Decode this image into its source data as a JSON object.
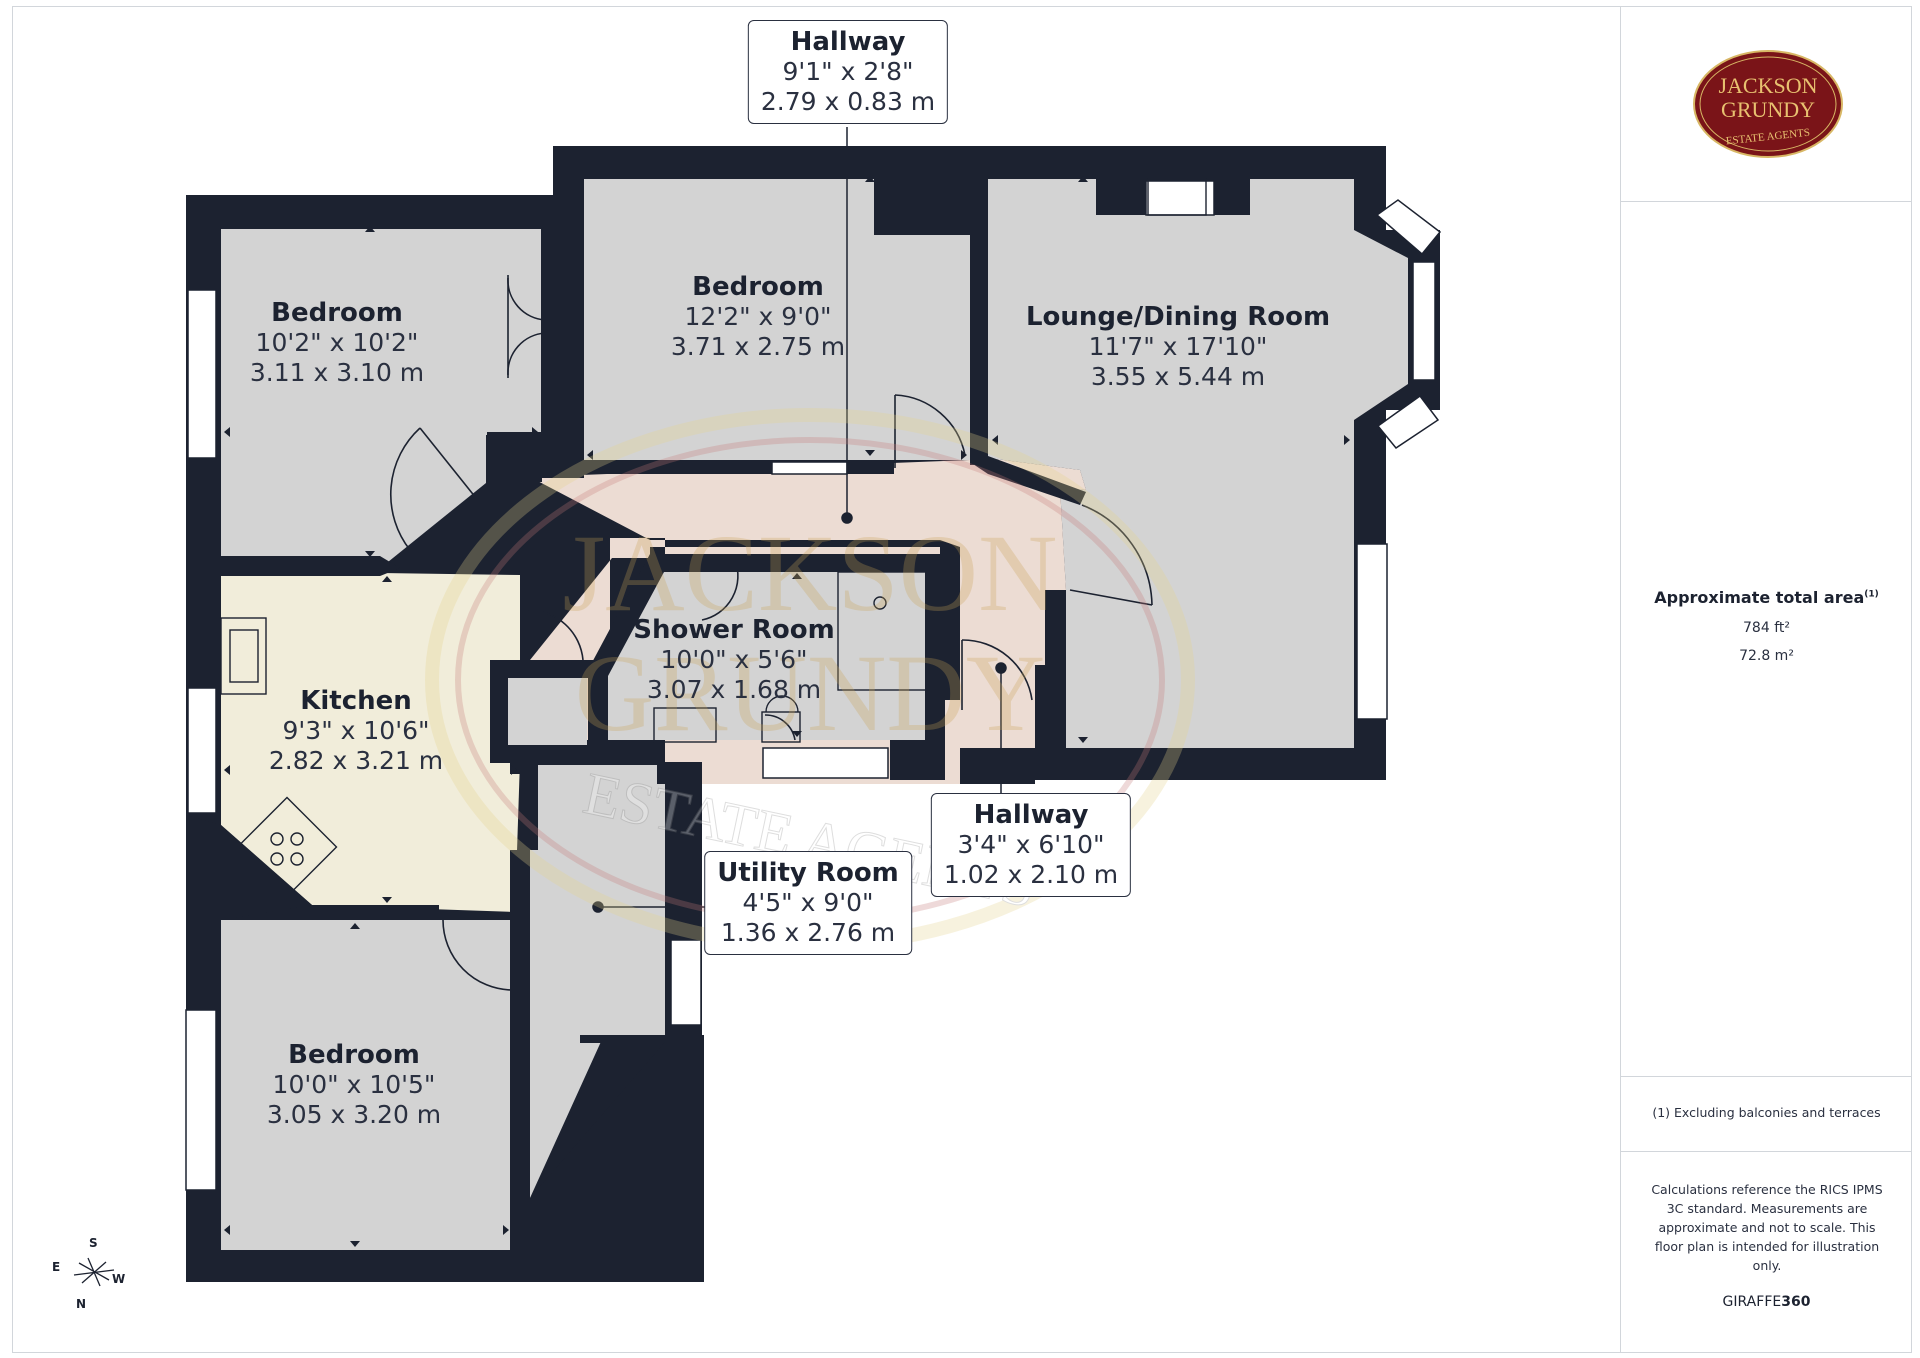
{
  "rooms": [
    {
      "id": "bedroom-1",
      "name": "Bedroom",
      "imperial": "10'2\" x 10'2\"",
      "metric": "3.11 x 3.10 m"
    },
    {
      "id": "bedroom-2",
      "name": "Bedroom",
      "imperial": "12'2\" x 9'0\"",
      "metric": "3.71 x 2.75 m"
    },
    {
      "id": "lounge",
      "name": "Lounge/Dining Room",
      "imperial": "11'7\" x 17'10\"",
      "metric": "3.55 x 5.44 m"
    },
    {
      "id": "kitchen",
      "name": "Kitchen",
      "imperial": "9'3\" x 10'6\"",
      "metric": "2.82 x 3.21 m"
    },
    {
      "id": "shower",
      "name": "Shower Room",
      "imperial": "10'0\" x 5'6\"",
      "metric": "3.07 x 1.68 m"
    },
    {
      "id": "bedroom-3",
      "name": "Bedroom",
      "imperial": "10'0\" x 10'5\"",
      "metric": "3.05 x 3.20 m"
    }
  ],
  "callouts": [
    {
      "id": "hallway-top",
      "name": "Hallway",
      "imperial": "9'1\" x 2'8\"",
      "metric": "2.79 x 0.83 m"
    },
    {
      "id": "hallway-right",
      "name": "Hallway",
      "imperial": "3'4\" x 6'10\"",
      "metric": "1.02 x 2.10 m"
    },
    {
      "id": "utility",
      "name": "Utility Room",
      "imperial": "4'5\" x 9'0\"",
      "metric": "1.36 x 2.76 m"
    }
  ],
  "logo": {
    "line1": "JACKSON",
    "line2": "GRUNDY",
    "line3": "ESTATE AGENTS"
  },
  "watermark": {
    "line1": "JACKSON",
    "line2": "GRUNDY",
    "line3": "ESTATE AGENTS"
  },
  "area": {
    "title": "Approximate total area",
    "sup": "(1)",
    "ft": "784 ft²",
    "m": "72.8 m²"
  },
  "footnote": "(1) Excluding balconies and terraces",
  "disclaimer": "Calculations reference the RICS IPMS 3C standard. Measurements are approximate and not to scale. This floor plan is intended for illustration only.",
  "brand": {
    "light": "GIRAFFE",
    "bold": "360"
  },
  "compass": {
    "s": "S",
    "e": "E",
    "w": "W",
    "n": "N"
  },
  "colors": {
    "wall": "#1c2230",
    "room": "#d3d3d3",
    "kitchen": "#f1edda",
    "hall": "#ecdcd3",
    "logo": "#7a1418",
    "logo_text": "#e8c170"
  }
}
